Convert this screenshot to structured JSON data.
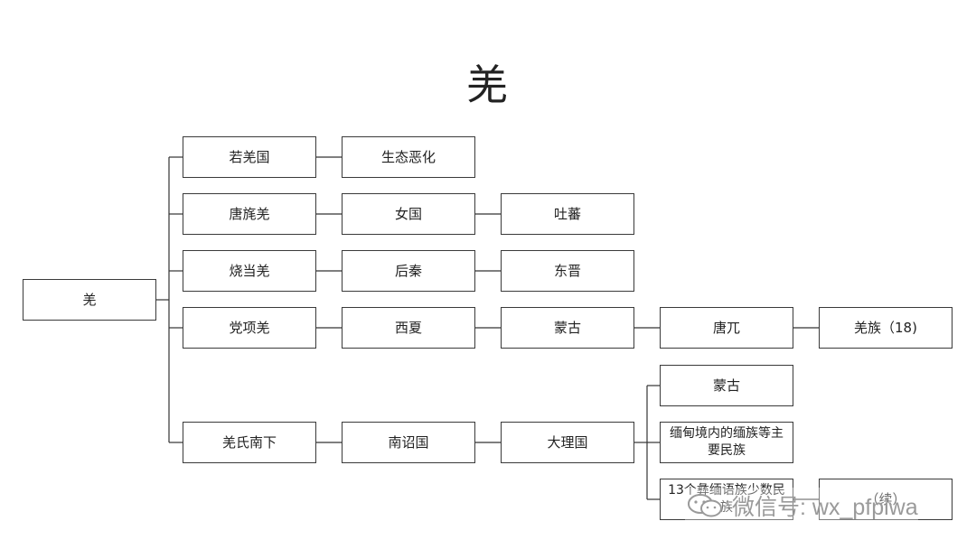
{
  "title": "羌",
  "nodes": {
    "root": "羌",
    "ruoqiang": "若羌国",
    "eco": "生态恶化",
    "tangmao": "唐旄羌",
    "nvguo": "女国",
    "tubo": "吐蕃",
    "shaodang": "烧当羌",
    "houqin": "后秦",
    "dongjin": "东晋",
    "dangxiang": "党项羌",
    "xixia": "西夏",
    "menggu1": "蒙古",
    "tangwu": "唐兀",
    "qiangzu": "羌族（18)",
    "qiangshi": "羌氏南下",
    "nanzhao": "南诏国",
    "dali": "大理国",
    "menggu2": "蒙古",
    "miandian": "缅甸境内的缅族等主要民族",
    "yimian": "13个彝缅语族少数民族",
    "xu": "（续）"
  },
  "watermark": {
    "text": "微信号: wx_pfpiwa",
    "icon": "wechat-icon"
  }
}
